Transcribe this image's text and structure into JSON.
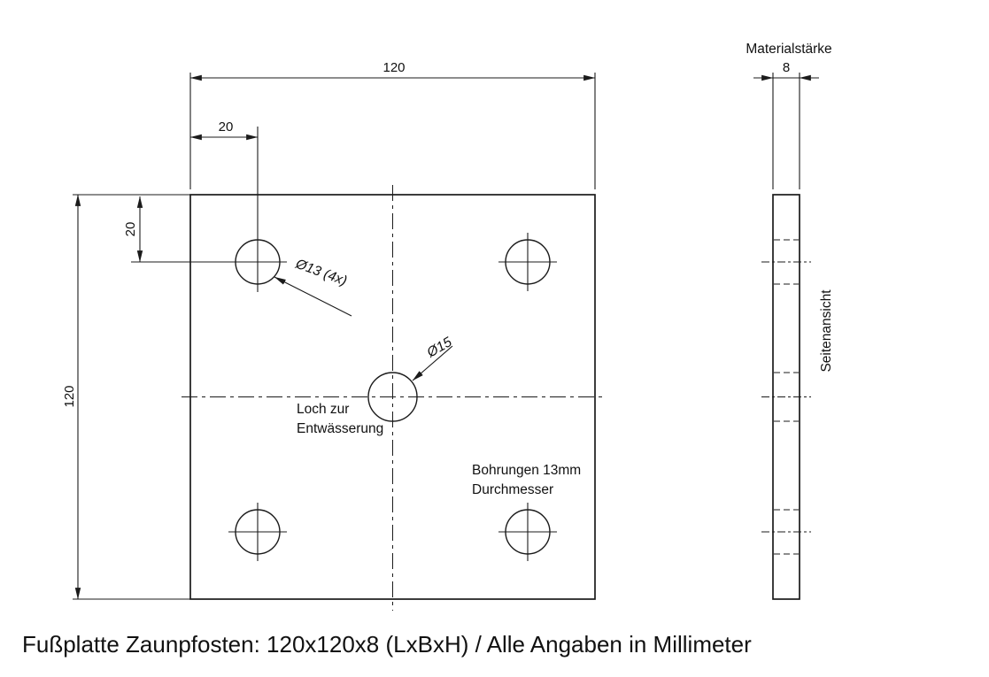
{
  "caption": "Fußplatte Zaunpfosten: 120x120x8 (LxBxH) / Alle Angaben in Millimeter",
  "front_view": {
    "dim_width_top": "120",
    "dim_height_left": "120",
    "dim_hole_offset_horizontal": "20",
    "dim_hole_offset_vertical": "20",
    "corner_hole_callout": "Ø13 (4x)",
    "center_hole_callout": "Ø15",
    "drain_note_line1": "Loch zur",
    "drain_note_line2": "Entwässerung",
    "bore_note_line1": "Bohrungen 13mm",
    "bore_note_line2": "Durchmesser"
  },
  "side_view": {
    "header": "Materialstärke",
    "dim_thickness": "8",
    "label": "Seitenansicht"
  }
}
